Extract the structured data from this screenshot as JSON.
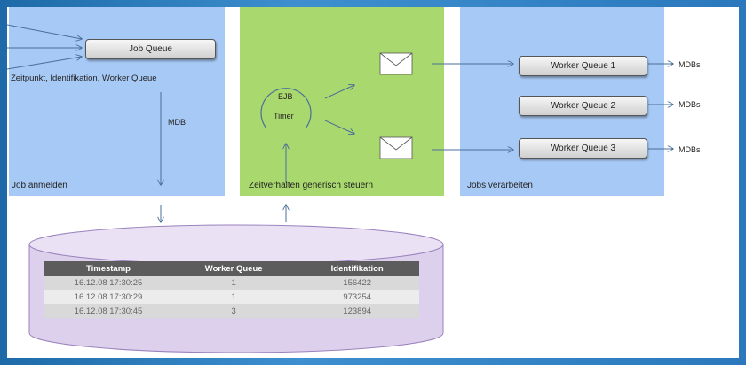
{
  "colors": {
    "frame": "#2b78bd",
    "blue_panel": "#a7c9f5",
    "green_panel": "#a9d86e",
    "db_fill": "#ddd0ec",
    "db_stroke": "#9a82bd"
  },
  "left_panel": {
    "job_queue": "Job Queue",
    "fields_label": "Zeitpunkt, Identifikation, Worker Queue",
    "mdb_label": "MDB",
    "panel_label": "Job anmelden"
  },
  "middle_panel": {
    "ejb_line1": "EJB",
    "ejb_line2": "Timer",
    "panel_label": "Zeitverhalten generisch steuern"
  },
  "right_panel": {
    "panel_label": "Jobs verarbeiten",
    "workers": [
      {
        "label": "Worker Queue 1",
        "output": "MDBs"
      },
      {
        "label": "Worker Queue 2",
        "output": "MDBs"
      },
      {
        "label": "Worker Queue 3",
        "output": "MDBs"
      }
    ]
  },
  "database": {
    "headers": [
      "Timestamp",
      "Worker Queue",
      "Identifikation"
    ],
    "rows": [
      [
        "16.12.08 17:30:25",
        "1",
        "156422"
      ],
      [
        "16.12.08 17:30:29",
        "1",
        "973254"
      ],
      [
        "16.12.08 17:30:45",
        "3",
        "123894"
      ]
    ]
  }
}
